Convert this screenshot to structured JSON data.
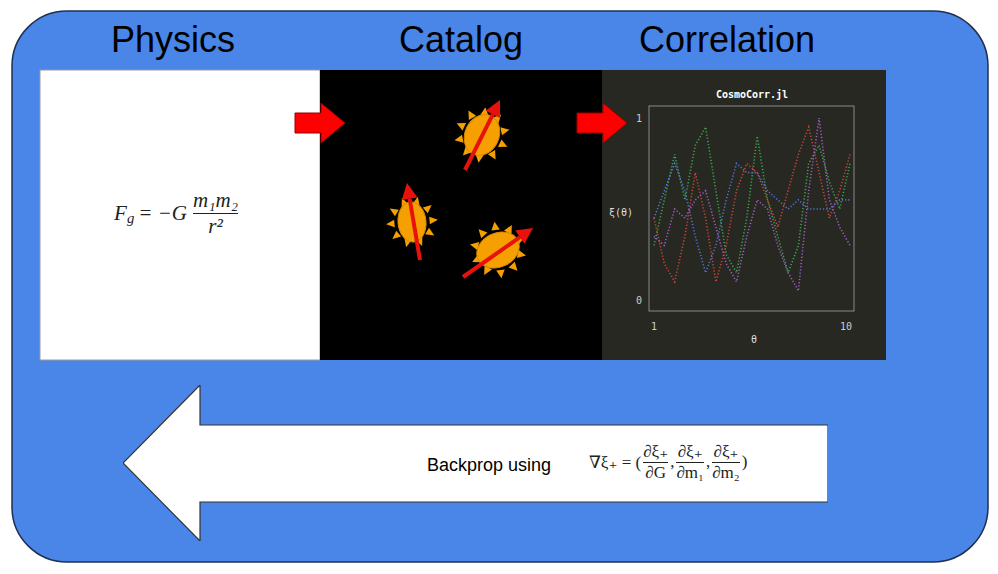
{
  "diagram": {
    "nodes": [
      {
        "text": [
          "Physics",
          "F",
          "g",
          "= −G",
          "m₁m₂",
          "r²"
        ]
      },
      {
        "text": [
          "Catalog"
        ]
      },
      {
        "text": [
          "Correlation",
          "CosmoCorr.jl",
          "ξ(θ)",
          "1",
          "0",
          "1",
          "10",
          "θ"
        ]
      },
      {
        "text": [
          "Backprop using",
          "∇ξ₊ = (",
          "∂ξ₊",
          "∂G",
          ",",
          "∂ξ₊",
          "∂m₁",
          ",",
          "∂ξ₊",
          "∂m₂",
          ")"
        ]
      }
    ],
    "edges": [
      {
        "from": 0,
        "to": 1,
        "arrow": "to"
      },
      {
        "from": 1,
        "to": 2,
        "arrow": "to"
      }
    ]
  }
}
